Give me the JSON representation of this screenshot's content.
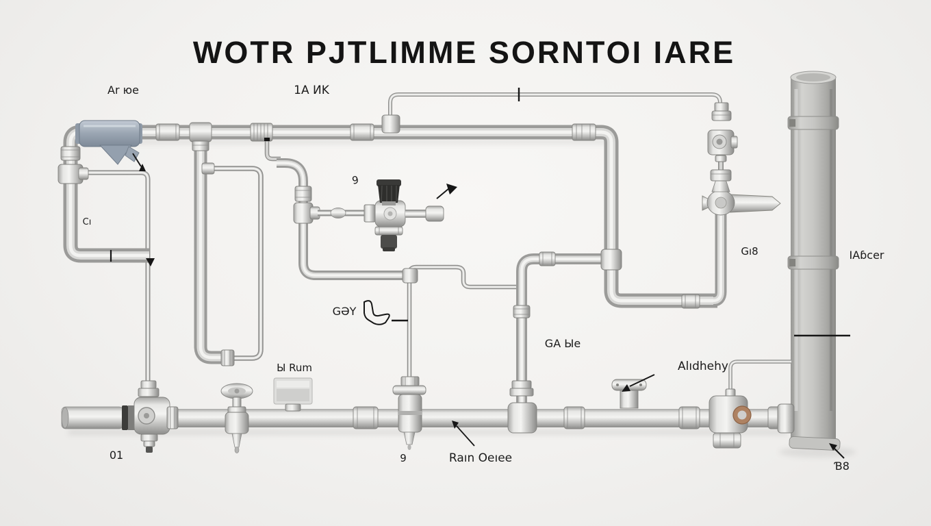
{
  "title": "WOTR PJTLIMME SORNTOI IARE",
  "labels": {
    "ar_noe": "Ar юe",
    "ia_nk": "1A ИK",
    "ci": "Cı",
    "nine_sketch": "9",
    "gey": "GƏY",
    "ga_ble": "GA Ые",
    "bi_rum": "Ы Rum",
    "alidhehy": "Alıdhehy",
    "g18": "Gı8",
    "iagcer": "IAɓcer",
    "o1": "01",
    "nine_drain": "9",
    "rain_oelee": "Raın Oeıee",
    "b8": "Ɓ8"
  },
  "colors": {
    "background": "#f2f1ef",
    "pipe_light": "#f3f3f1",
    "pipe_mid": "#d9d9d7",
    "pipe_dark": "#9b9b99",
    "knob_black": "#2e2e2c",
    "clamp_blue": "#a0abb8",
    "rust_ring": "#ae8262",
    "annotation": "#161616"
  }
}
